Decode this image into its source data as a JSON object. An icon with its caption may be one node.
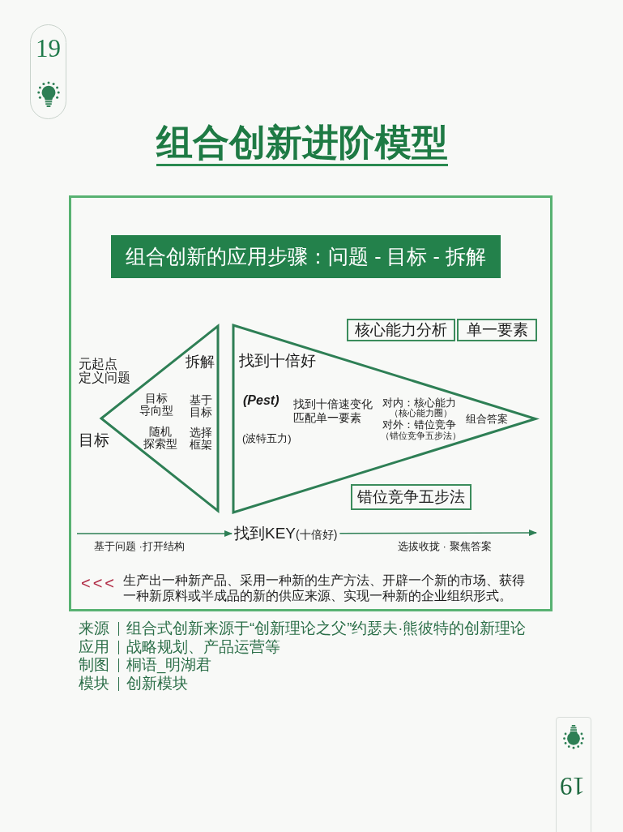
{
  "diagram": {
    "title": "组合创新进阶模型",
    "nodes": [
      {
        "text": [
          "<<<",
          "生产出一种新产品、采用一种新的生产方法、开辟一个新的市场、获得一种新原料或半成品的新的供应来源、实现一种新的企业组织形式。"
        ]
      },
      {
        "text": [
          "组合创新的应用步骤：问题 - 目标 - 拆解"
        ],
        "in": 0
      },
      {
        "text": [
          "拆解",
          "目标导向型",
          "基于目标",
          "随机探索型",
          "选择框架"
        ],
        "beside": [
          "元起点定义问题",
          "目标"
        ],
        "in": 0
      },
      {
        "text": [
          "找到十倍好",
          "(Pest)",
          "(波特五力)",
          "找到十倍速变化匹配单一要素",
          "对内：核心能力",
          "（核心能力圈）",
          "对外：错位竞争",
          "（错位竞争五步法）",
          "组合答案"
        ],
        "in": 0
      },
      {
        "text": [
          "核心能力分析"
        ],
        "in": 0
      },
      {
        "text": [
          "单一要素"
        ],
        "in": 0
      },
      {
        "text": [
          "错位竞争五步法"
        ],
        "in": 0
      },
      {
        "text": [
          "找到KEY",
          "(十倍好)"
        ],
        "in": 0
      }
    ],
    "edges": [
      {
        "from": null,
        "to": 7,
        "arrow": "to",
        "label": "基于问题 ·打开结构"
      },
      {
        "from": 7,
        "to": null,
        "arrow": "to",
        "label": "选拔收拢 · 聚焦答案"
      }
    ],
    "labels": [
      "19",
      "来源",
      "组合式创新来源于“创新理论之父”约瑟夫·熊彼特的创新理论",
      "应用",
      "战略规划、产品运营等",
      "制图",
      "桐语_明湖君",
      "模块",
      "创新模块",
      "19"
    ]
  }
}
